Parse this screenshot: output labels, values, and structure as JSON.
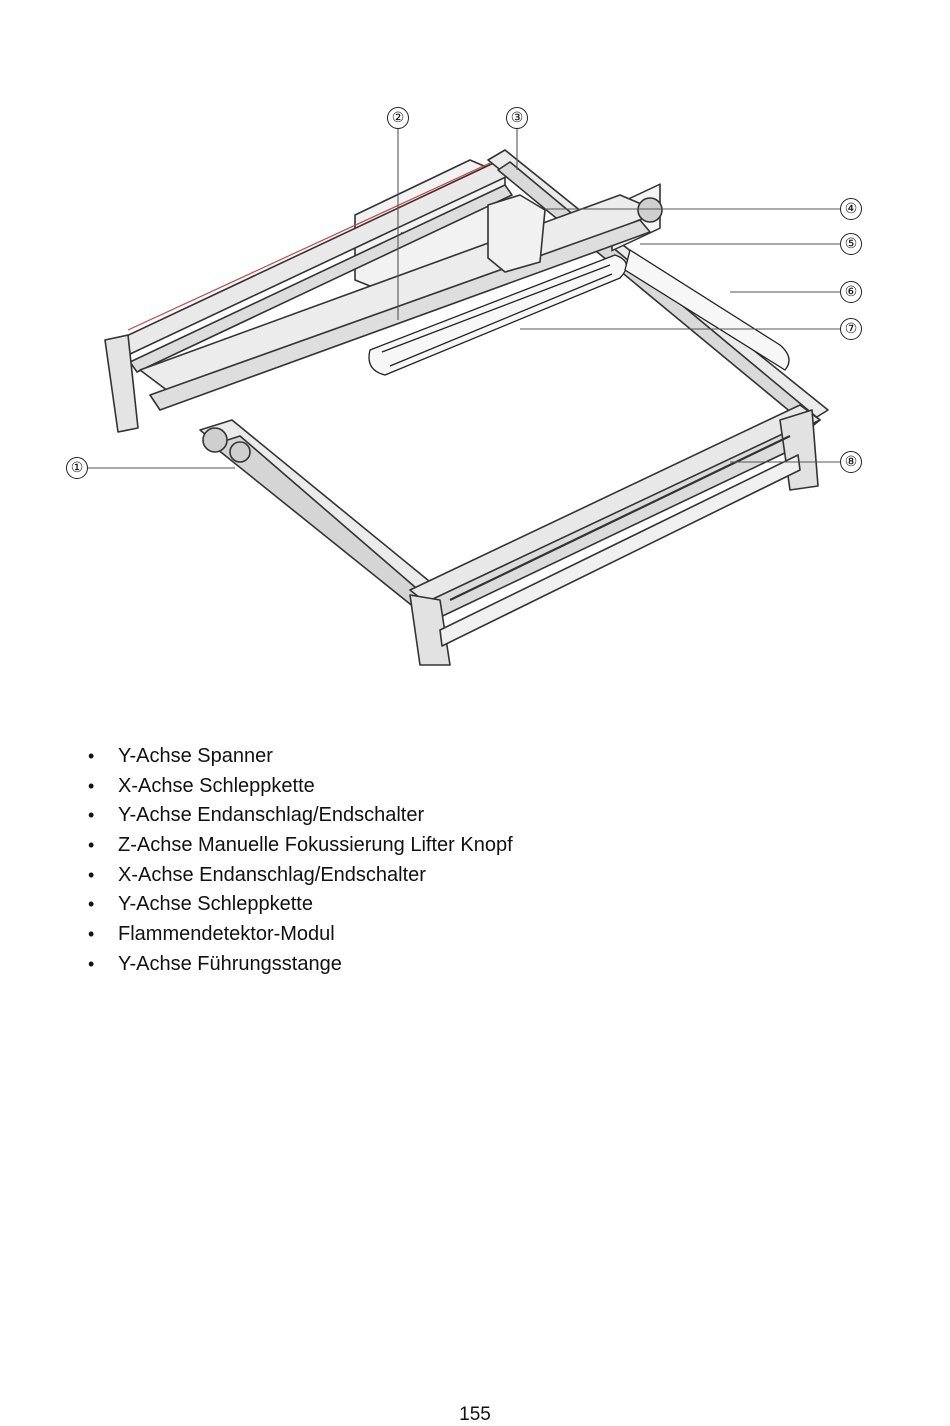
{
  "figure": {
    "callouts": [
      {
        "number": "1",
        "label": "①"
      },
      {
        "number": "2",
        "label": "②"
      },
      {
        "number": "3",
        "label": "③"
      },
      {
        "number": "4",
        "label": "④"
      },
      {
        "number": "5",
        "label": "⑤"
      },
      {
        "number": "6",
        "label": "⑥"
      },
      {
        "number": "7",
        "label": "⑦"
      },
      {
        "number": "8",
        "label": "⑧"
      }
    ]
  },
  "parts": [
    "Y-Achse Spanner",
    "X-Achse Schleppkette",
    "Y-Achse Endanschlag/Endschalter",
    "Z-Achse Manuelle Fokussierung Lifter Knopf",
    "X-Achse Endanschlag/Endschalter",
    "Y-Achse Schleppkette",
    "Flammendetektor-Modul",
    "Y-Achse Führungsstange"
  ],
  "page_number": "155"
}
